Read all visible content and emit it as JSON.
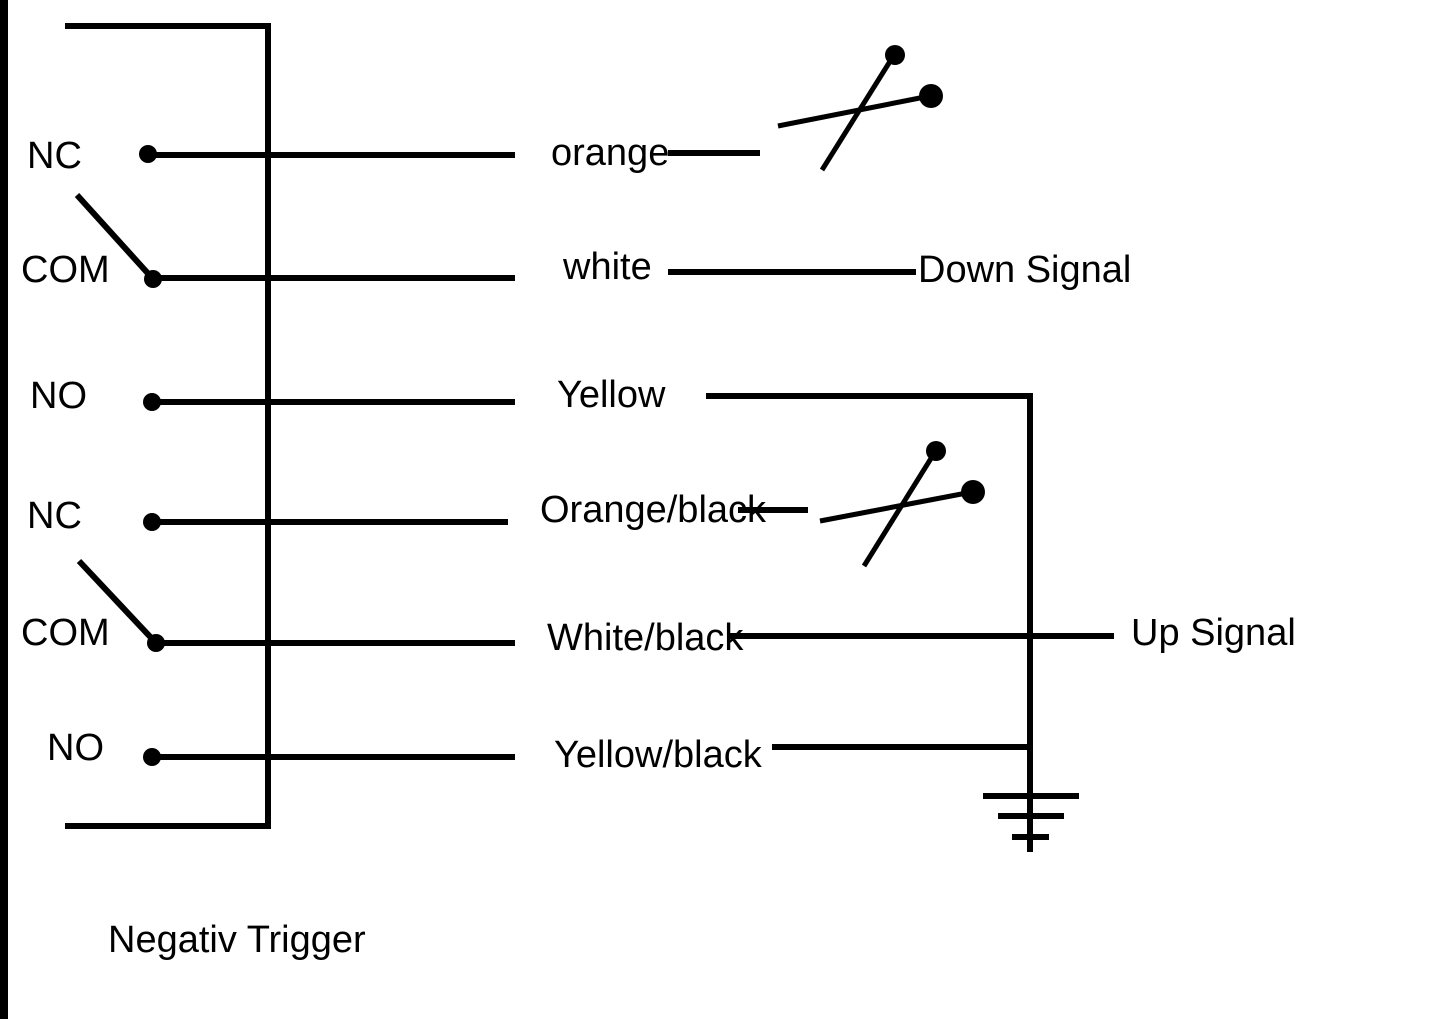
{
  "terminals": {
    "nc1": "NC",
    "com1": "COM",
    "no1": "NO",
    "nc2": "NC",
    "com2": "COM",
    "no2": "NO"
  },
  "wires": {
    "w1": "orange",
    "w2": "white",
    "w3": "Yellow",
    "w4": "Orange/black",
    "w5": "White/black",
    "w6": "Yellow/black"
  },
  "signals": {
    "down": "Down Signal",
    "up": "Up Signal"
  },
  "caption": "Negativ Trigger",
  "icons": [
    "scissors-icon",
    "ground-icon"
  ],
  "colors": {
    "line": "#000000",
    "background": "#ffffff"
  }
}
